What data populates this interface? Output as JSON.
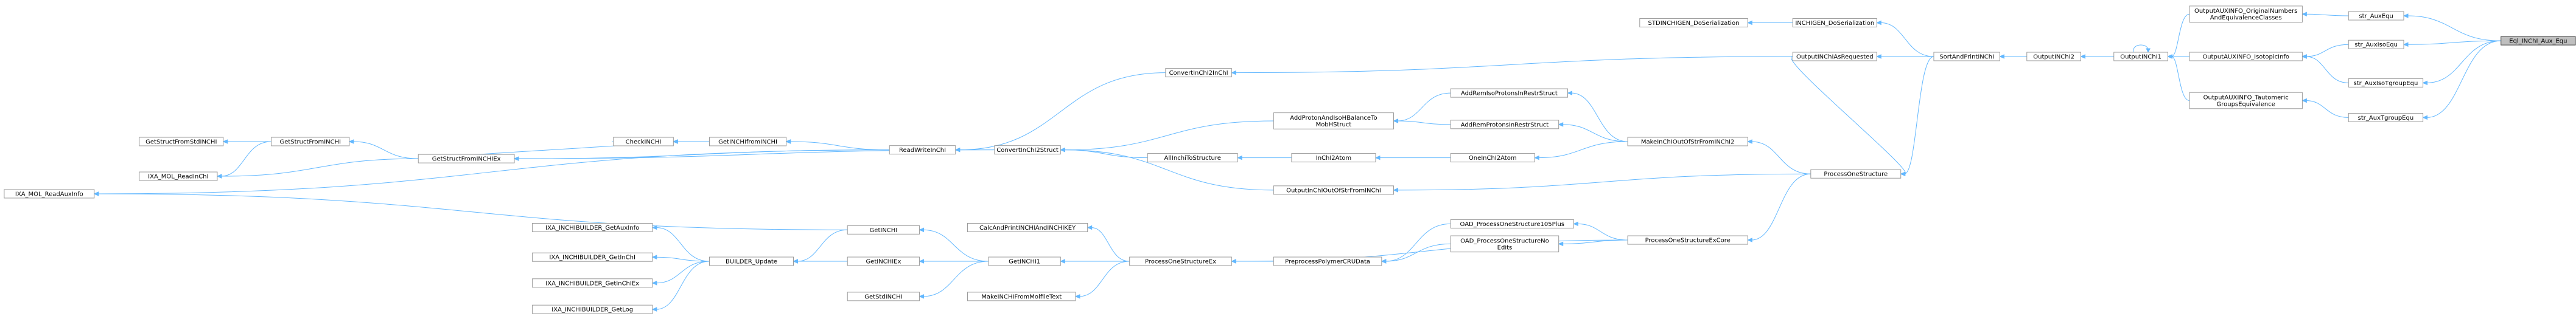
{
  "colors": {
    "edge": "#63b8ff",
    "node_border": "#999999",
    "root_fill": "#bfbfbf",
    "root_border": "#404040"
  },
  "nodes": [
    {
      "id": "n0",
      "lines": [
        "Eql_INChI_Aux_Equ"
      ],
      "root": true
    },
    {
      "id": "n1",
      "lines": [
        "str_AuxEqu"
      ]
    },
    {
      "id": "n2",
      "lines": [
        "str_AuxIsoEqu"
      ]
    },
    {
      "id": "n3",
      "lines": [
        "str_AuxIsoTgroupEqu"
      ]
    },
    {
      "id": "n4",
      "lines": [
        "str_AuxTgroupEqu"
      ]
    },
    {
      "id": "n5",
      "lines": [
        "OutputAUXINFO_OriginalNumbers",
        "AndEquivalenceClasses"
      ]
    },
    {
      "id": "n6",
      "lines": [
        "OutputAUXINFO_IsotopicInfo"
      ]
    },
    {
      "id": "n7",
      "lines": [
        "OutputAUXINFO_Tautomeric",
        "GroupsEquivalence"
      ]
    },
    {
      "id": "n8",
      "lines": [
        "OutputINChI1"
      ]
    },
    {
      "id": "n9",
      "lines": [
        "OutputINChI2"
      ]
    },
    {
      "id": "n10",
      "lines": [
        "SortAndPrintINChI"
      ]
    },
    {
      "id": "n11",
      "lines": [
        "INCHIGEN_DoSerialization"
      ]
    },
    {
      "id": "n12",
      "lines": [
        "STDINCHIGEN_DoSerialization"
      ]
    },
    {
      "id": "n13",
      "lines": [
        "OutputINChIAsRequested"
      ]
    },
    {
      "id": "n14",
      "lines": [
        "ConvertInChI2InChI"
      ]
    },
    {
      "id": "n15",
      "lines": [
        "ConvertInChI2Struct"
      ]
    },
    {
      "id": "n16",
      "lines": [
        "ReadWriteInChI"
      ]
    },
    {
      "id": "n17",
      "lines": [
        "GetINCHIfromINCHI"
      ]
    },
    {
      "id": "n18",
      "lines": [
        "CheckINCHI"
      ]
    },
    {
      "id": "n19",
      "lines": [
        "GetStructFromINCHIEx"
      ]
    },
    {
      "id": "n20",
      "lines": [
        "GetStructFromINCHI"
      ]
    },
    {
      "id": "n21",
      "lines": [
        "GetStructFromStdINCHI"
      ]
    },
    {
      "id": "n22",
      "lines": [
        "IXA_MOL_ReadInChI"
      ]
    },
    {
      "id": "n23",
      "lines": [
        "IXA_MOL_ReadAuxInfo"
      ]
    },
    {
      "id": "n24",
      "lines": [
        "ProcessOneStructure"
      ]
    },
    {
      "id": "n25",
      "lines": [
        "MakeInChIOutOfStrFromINChI2"
      ]
    },
    {
      "id": "n26",
      "lines": [
        "AddRemIsoProtonsInRestrStruct"
      ]
    },
    {
      "id": "n27",
      "lines": [
        "AddRemProtonsInRestrStruct"
      ]
    },
    {
      "id": "n28",
      "lines": [
        "AddProtonAndIsoHBalanceTo",
        "MobHStruct"
      ]
    },
    {
      "id": "n29",
      "lines": [
        "OneInChI2Atom"
      ]
    },
    {
      "id": "n30",
      "lines": [
        "InChI2Atom"
      ]
    },
    {
      "id": "n31",
      "lines": [
        "AllInchiToStructure"
      ]
    },
    {
      "id": "n32",
      "lines": [
        "OutputInChIOutOfStrFromINChI"
      ]
    },
    {
      "id": "n33",
      "lines": [
        "ProcessOneStructureExCore"
      ]
    },
    {
      "id": "n34",
      "lines": [
        "OAD_ProcessOneStructure105Plus"
      ]
    },
    {
      "id": "n35",
      "lines": [
        "OAD_ProcessOneStructureNo",
        "Edits"
      ]
    },
    {
      "id": "n36",
      "lines": [
        "PreprocessPolymerCRUData"
      ]
    },
    {
      "id": "n37",
      "lines": [
        "ProcessOneStructureEx"
      ]
    },
    {
      "id": "n38",
      "lines": [
        "CalcAndPrintINCHIAndINCHIKEY"
      ]
    },
    {
      "id": "n39",
      "lines": [
        "GetINCHI1"
      ]
    },
    {
      "id": "n40",
      "lines": [
        "MakeINCHIFromMolfileText"
      ]
    },
    {
      "id": "n41",
      "lines": [
        "GetINCHI"
      ]
    },
    {
      "id": "n42",
      "lines": [
        "GetINCHIEx"
      ]
    },
    {
      "id": "n43",
      "lines": [
        "GetStdINCHI"
      ]
    },
    {
      "id": "n44",
      "lines": [
        "BUILDER_Update"
      ]
    },
    {
      "id": "n45",
      "lines": [
        "IXA_INCHIBUILDER_GetAuxInfo"
      ]
    },
    {
      "id": "n46",
      "lines": [
        "IXA_INCHIBUILDER_GetInChI"
      ]
    },
    {
      "id": "n47",
      "lines": [
        "IXA_INCHIBUILDER_GetInChIEx"
      ]
    },
    {
      "id": "n48",
      "lines": [
        "IXA_INCHIBUILDER_GetLog"
      ]
    }
  ],
  "edges": [
    [
      "n0",
      "n1"
    ],
    [
      "n0",
      "n2"
    ],
    [
      "n0",
      "n3"
    ],
    [
      "n0",
      "n4"
    ],
    [
      "n1",
      "n5"
    ],
    [
      "n2",
      "n6"
    ],
    [
      "n3",
      "n6"
    ],
    [
      "n4",
      "n7"
    ],
    [
      "n5",
      "n8"
    ],
    [
      "n6",
      "n8"
    ],
    [
      "n7",
      "n8"
    ],
    [
      "n8",
      "n8"
    ],
    [
      "n8",
      "n9"
    ],
    [
      "n9",
      "n10"
    ],
    [
      "n10",
      "n11"
    ],
    [
      "n10",
      "n13"
    ],
    [
      "n10",
      "n24"
    ],
    [
      "n11",
      "n12"
    ],
    [
      "n13",
      "n14"
    ],
    [
      "n13",
      "n24"
    ],
    [
      "n14",
      "n16"
    ],
    [
      "n16",
      "n17"
    ],
    [
      "n16",
      "n19"
    ],
    [
      "n16",
      "n23"
    ],
    [
      "n17",
      "n18"
    ],
    [
      "n18",
      "n17"
    ],
    [
      "n19",
      "n18"
    ],
    [
      "n19",
      "n20"
    ],
    [
      "n19",
      "n22"
    ],
    [
      "n20",
      "n21"
    ],
    [
      "n20",
      "n22"
    ],
    [
      "n15",
      "n16"
    ],
    [
      "n15",
      "n19"
    ],
    [
      "n24",
      "n25"
    ],
    [
      "n24",
      "n32"
    ],
    [
      "n24",
      "n33"
    ],
    [
      "n25",
      "n26"
    ],
    [
      "n25",
      "n27"
    ],
    [
      "n25",
      "n29"
    ],
    [
      "n26",
      "n28"
    ],
    [
      "n27",
      "n28"
    ],
    [
      "n28",
      "n15"
    ],
    [
      "n29",
      "n30"
    ],
    [
      "n30",
      "n31"
    ],
    [
      "n31",
      "n15"
    ],
    [
      "n32",
      "n15"
    ],
    [
      "n33",
      "n34"
    ],
    [
      "n33",
      "n35"
    ],
    [
      "n33",
      "n37"
    ],
    [
      "n34",
      "n36"
    ],
    [
      "n35",
      "n36"
    ],
    [
      "n36",
      "n37"
    ],
    [
      "n37",
      "n38"
    ],
    [
      "n37",
      "n39"
    ],
    [
      "n37",
      "n40"
    ],
    [
      "n39",
      "n41"
    ],
    [
      "n39",
      "n42"
    ],
    [
      "n39",
      "n43"
    ],
    [
      "n41",
      "n23"
    ],
    [
      "n41",
      "n44"
    ],
    [
      "n42",
      "n44"
    ],
    [
      "n44",
      "n45"
    ],
    [
      "n44",
      "n46"
    ],
    [
      "n44",
      "n47"
    ],
    [
      "n44",
      "n48"
    ]
  ]
}
